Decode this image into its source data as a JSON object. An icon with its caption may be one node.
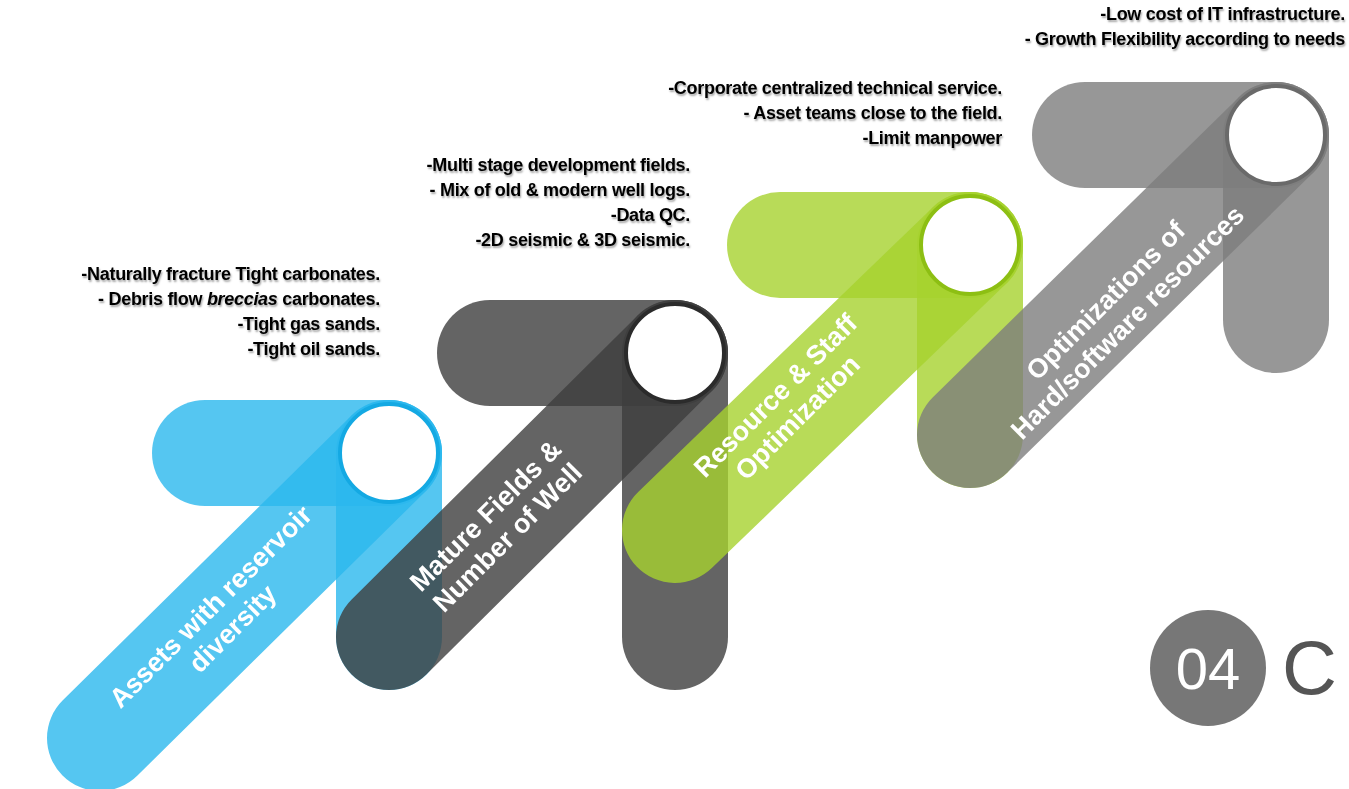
{
  "diagram": {
    "nodes": [
      {
        "text": [
          "Assets with reservoir diversity"
        ],
        "beside": [
          "-Naturally fracture Tight carbonates.",
          "- Debris flow *breccias* carbonates.",
          "-Tight gas sands.",
          "-Tight oil sands."
        ]
      },
      {
        "text": [
          "Mature Fields & Number of Well"
        ],
        "beside": [
          "-Multi stage development fields.",
          "- Mix of old & modern well logs.",
          "-Data QC.",
          "-2D seismic & 3D seismic."
        ]
      },
      {
        "text": [
          "Resource & Staff Optimization"
        ]
      },
      {
        "text": [
          "Optimizations of Hard/software resources"
        ],
        "beside": [
          "-Low cost of IT infrastructure.",
          "- Growth Flexibility according to needs"
        ]
      },
      {
        "text": [
          "04"
        ]
      }
    ],
    "labels": [
      "-Corporate centralized technical service.",
      "- Asset teams close to the field.",
      "-Limit manpower",
      "C"
    ]
  }
}
